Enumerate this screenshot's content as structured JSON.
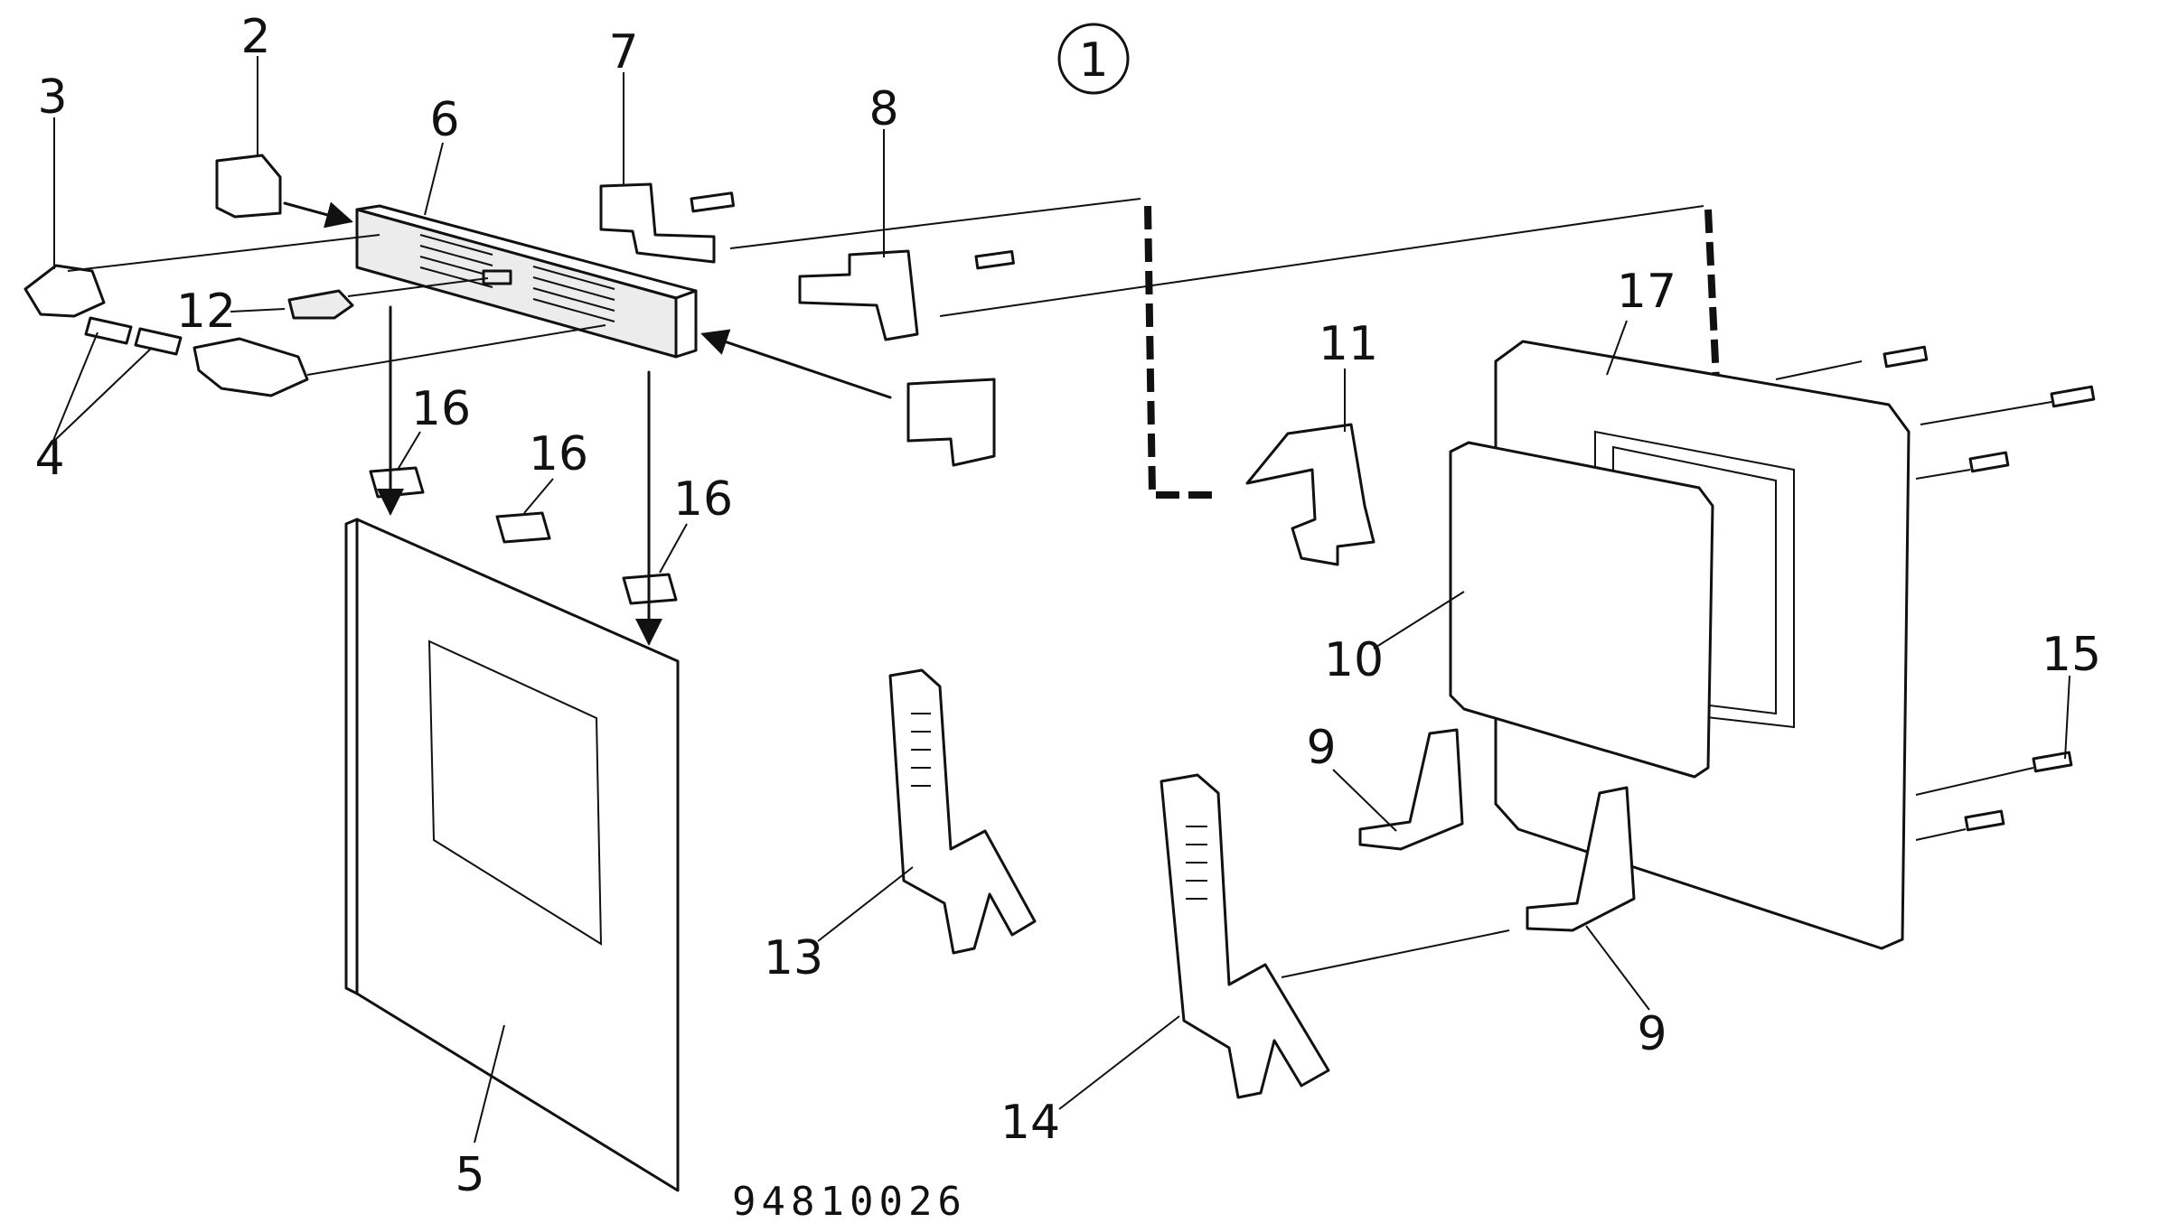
{
  "diagram": {
    "figure_number": "1",
    "drawing_code": "94810026",
    "callouts": {
      "c1": "2",
      "c2": "3",
      "c3": "4",
      "c4": "5",
      "c5": "6",
      "c6": "7",
      "c7": "8",
      "c8": "9",
      "c9": "9",
      "c10": "10",
      "c11": "11",
      "c12": "12",
      "c13": "13",
      "c14": "14",
      "c15": "15",
      "c16": "16",
      "c17": "16",
      "c18": "16",
      "c19": "17"
    }
  }
}
